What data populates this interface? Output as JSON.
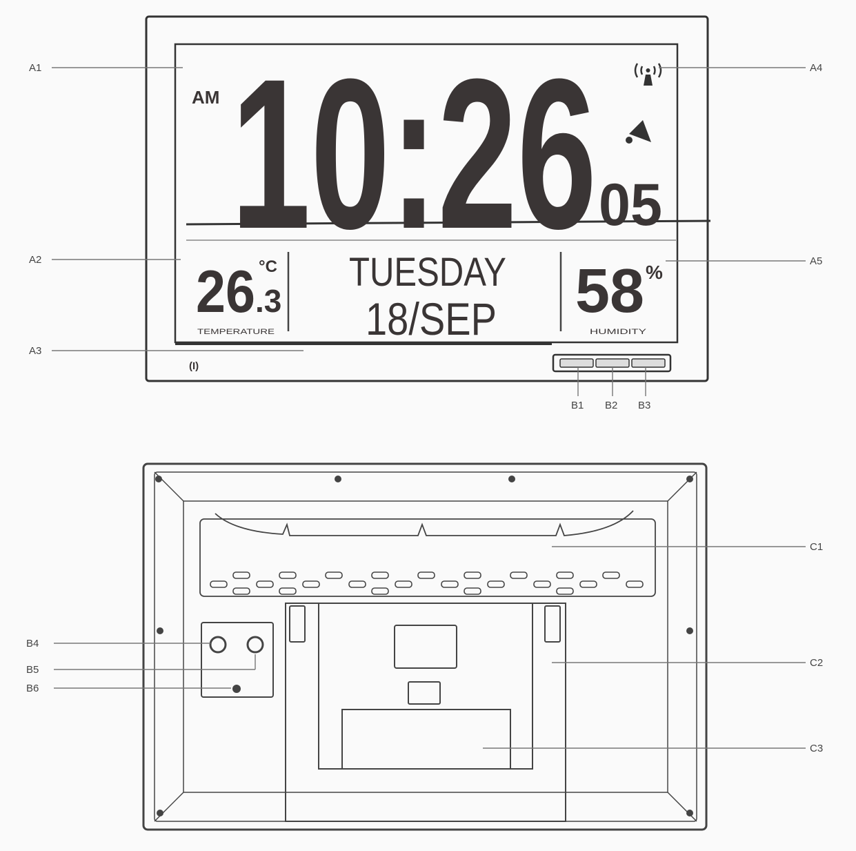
{
  "front": {
    "am": "AM",
    "time_hm": "10:26",
    "seconds": "05",
    "temperature": {
      "value": "26",
      "decimal": ".3",
      "unit": "°C",
      "label": "TEMPERATURE"
    },
    "date": {
      "weekday": "TUESDAY",
      "day_month": "18/SEP"
    },
    "humidity": {
      "value": "58",
      "unit": "%",
      "label": "HUMIDITY"
    },
    "bottom_left_mark": "(I)"
  },
  "callouts": {
    "A1": "A1",
    "A2": "A2",
    "A3": "A3",
    "A4": "A4",
    "A5": "A5",
    "B1": "B1",
    "B2": "B2",
    "B3": "B3",
    "B4": "B4",
    "B5": "B5",
    "B6": "B6",
    "C1": "C1",
    "C2": "C2",
    "C3": "C3"
  }
}
